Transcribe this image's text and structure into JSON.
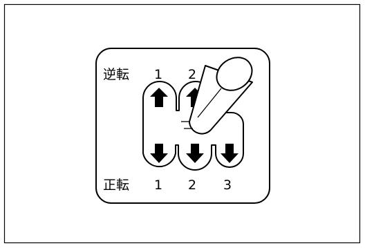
{
  "diagram": {
    "reverse_label": "逆転",
    "forward_label": "正転",
    "reverse_gears": [
      "1",
      "2"
    ],
    "forward_gears": [
      "1",
      "2",
      "3"
    ],
    "lever_position": "forward-2",
    "colors": {
      "line": "#000000",
      "background": "#ffffff",
      "lever_fill": "#ffffff"
    }
  }
}
